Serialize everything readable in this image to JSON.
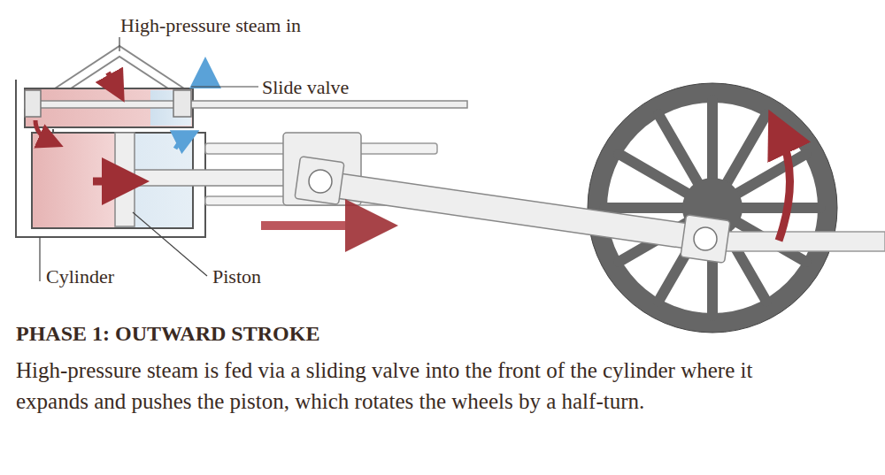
{
  "diagram": {
    "title": "PHASE 1: OUTWARD STROKE",
    "caption": "High-pressure steam is fed via a sliding valve into the front of the cylinder where it expands and pushes the piston, which rotates the wheels by a half-turn.",
    "labels": [
      "High-pressure steam in",
      "Slide valve",
      "Cylinder",
      "Piston"
    ]
  }
}
